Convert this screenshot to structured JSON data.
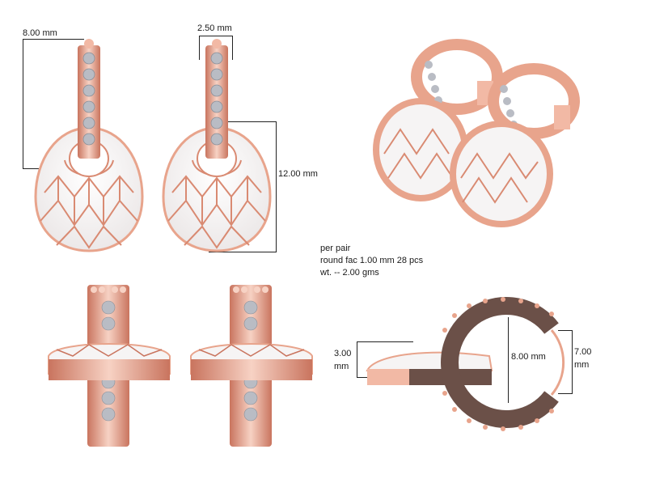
{
  "colors": {
    "rose_gold": "#e8a48c",
    "rose_gold_dark": "#c9745e",
    "rose_gold_light": "#f7d2c4",
    "enamel_white": "#f6f4f4",
    "section_brown": "#6b5048",
    "diamond": "#b9bcc4",
    "dimension_line": "#222222"
  },
  "views": {
    "front_view": {
      "width_label": "8.00 mm"
    },
    "side_view": {
      "band_width_label": "2.50 mm",
      "drop_height_label": "12.00 mm"
    },
    "perspective_view": {},
    "top_view_left": {},
    "top_view_right": {},
    "cross_section_view": {
      "thickness_label_line1": "3.00",
      "thickness_label_line2": "mm",
      "hoop_diameter_label": "8.00 mm",
      "opening_label_line1": "7.00",
      "opening_label_line2": "mm"
    }
  },
  "specs": {
    "line1": "per pair",
    "line2": "round fac 1.00 mm 28 pcs",
    "line3": "wt. -- 2.00 gms"
  }
}
